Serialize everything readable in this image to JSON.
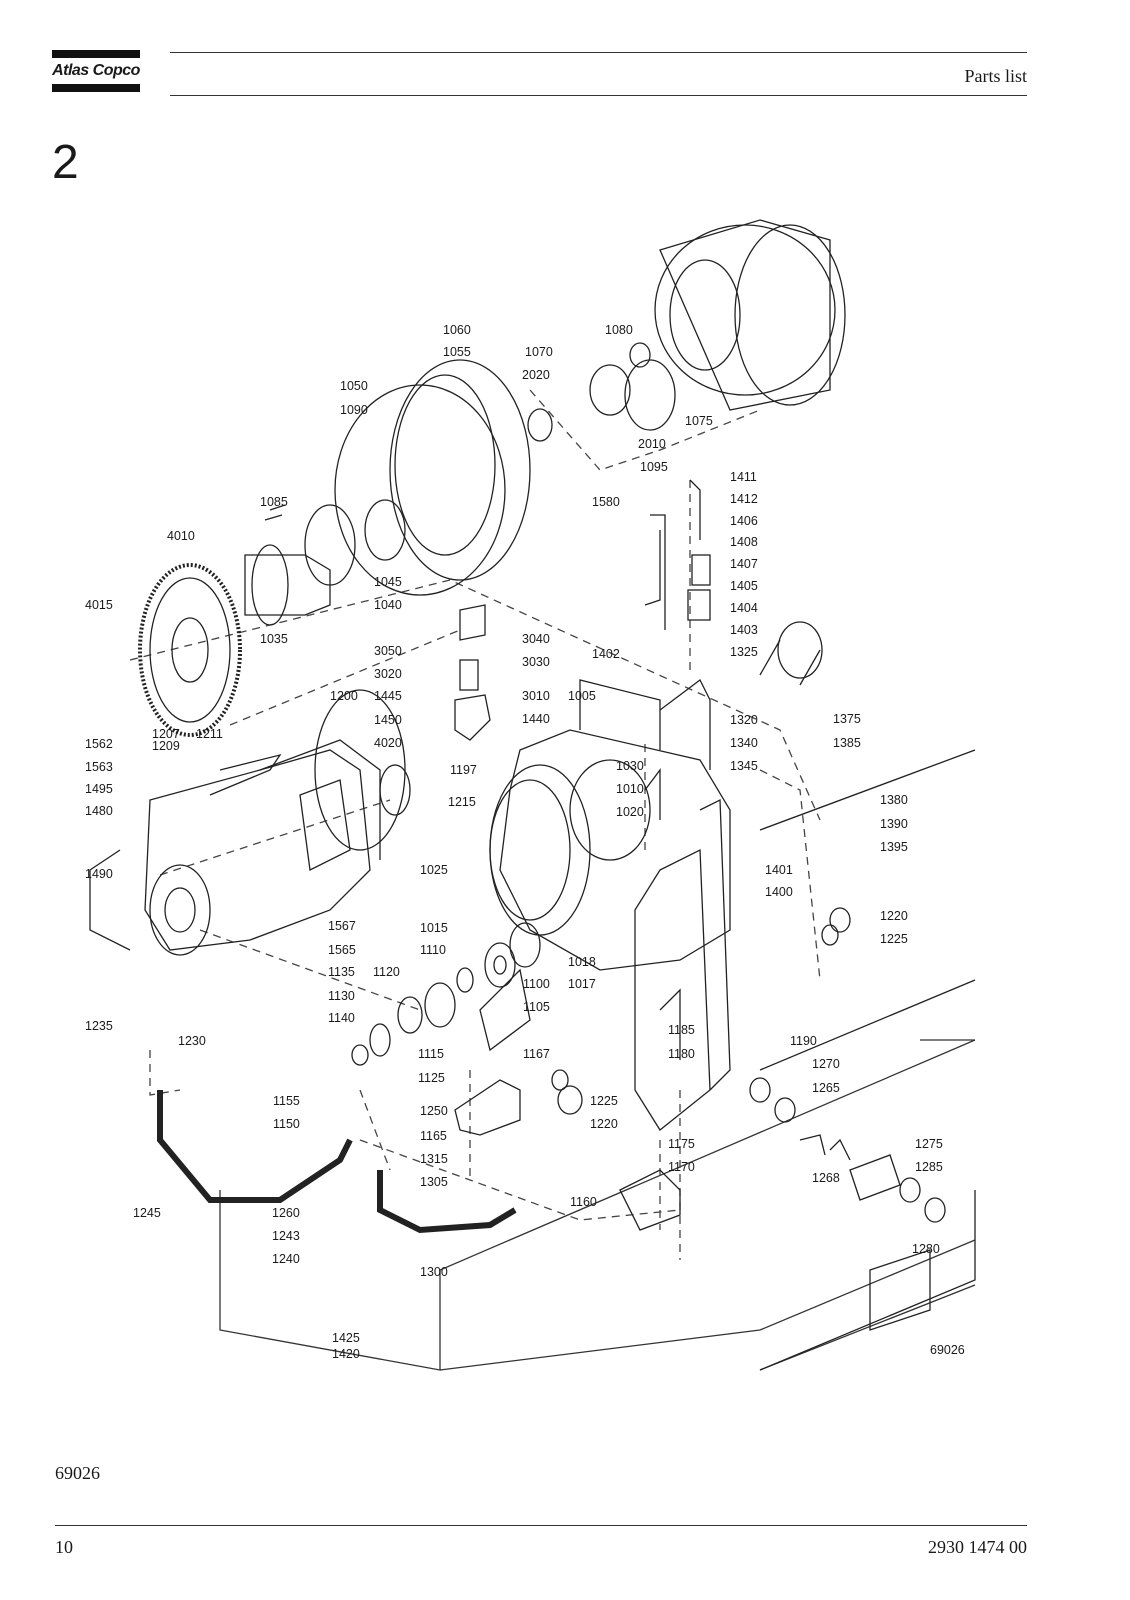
{
  "header": {
    "brand": "Atlas Copco",
    "title": "Parts list"
  },
  "section_number": "2",
  "drawing": {
    "drawing_number": "69026",
    "callouts": [
      "1060",
      "1055",
      "1070",
      "1080",
      "2020",
      "1050",
      "1090",
      "2010",
      "1075",
      "1095",
      "1411",
      "1412",
      "1406",
      "1408",
      "1407",
      "1405",
      "1404",
      "1403",
      "1325",
      "1085",
      "4010",
      "1580",
      "1045",
      "1040",
      "1035",
      "4015",
      "3050",
      "3040",
      "3030",
      "3020",
      "1402",
      "1445",
      "1450",
      "3010",
      "1005",
      "1440",
      "1320",
      "1375",
      "1385",
      "1340",
      "1345",
      "1380",
      "1390",
      "1395",
      "1200",
      "1207",
      "1209",
      "1211",
      "1562",
      "1563",
      "1495",
      "1480",
      "4020",
      "1197",
      "1215",
      "1030",
      "1010",
      "1020",
      "1490",
      "1401",
      "1400",
      "1220",
      "1225",
      "1025",
      "1015",
      "1567",
      "1565",
      "1110",
      "1018",
      "1017",
      "1100",
      "1105",
      "1135",
      "1120",
      "1130",
      "1140",
      "1185",
      "1190",
      "1270",
      "1265",
      "1180",
      "1167",
      "1235",
      "1230",
      "1115",
      "1125",
      "1155",
      "1150",
      "1225",
      "1220",
      "1250",
      "1165",
      "1315",
      "1175",
      "1170",
      "1275",
      "1285",
      "1268",
      "1305",
      "1160",
      "1245",
      "1260",
      "1243",
      "1240",
      "1300",
      "1280",
      "1425",
      "1420"
    ]
  },
  "figure_reference": "69026",
  "footer": {
    "page_number": "10",
    "document_number": "2930 1474 00"
  }
}
